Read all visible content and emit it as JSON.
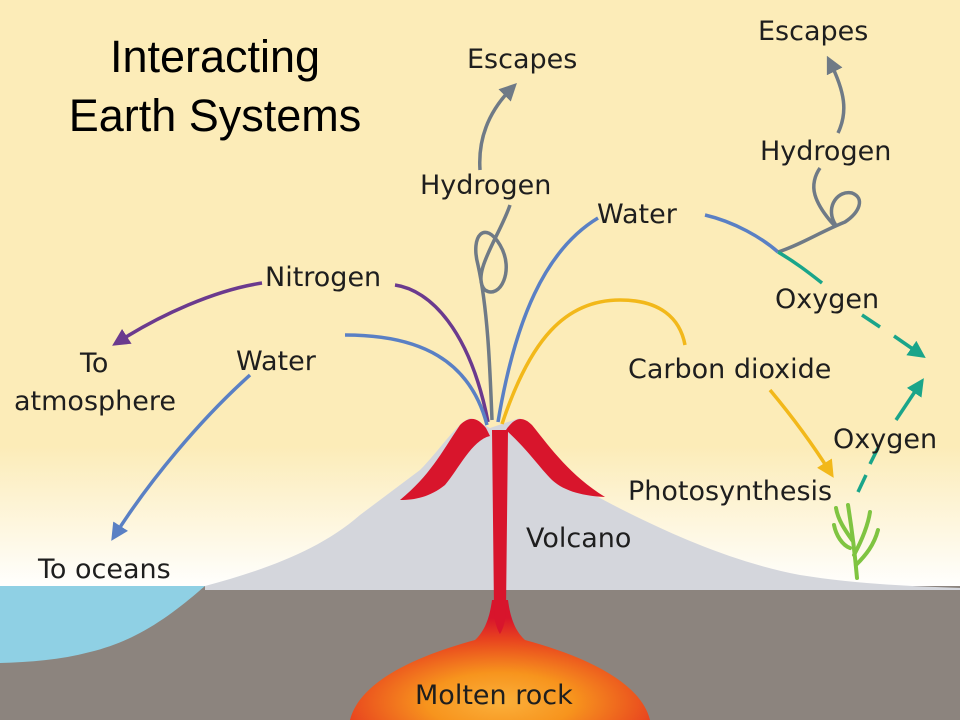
{
  "title_lines": [
    "Interacting",
    "Earth Systems"
  ],
  "labels": {
    "escapes_center": "Escapes",
    "escapes_right": "Escapes",
    "hydrogen_center": "Hydrogen",
    "hydrogen_right": "Hydrogen",
    "water_right": "Water",
    "nitrogen": "Nitrogen",
    "water_left": "Water",
    "to_atmosphere_1": "To",
    "to_atmosphere_2": "atmosphere",
    "oxygen_upper": "Oxygen",
    "carbon_dioxide": "Carbon dioxide",
    "oxygen_lower": "Oxygen",
    "photosynthesis": "Photosynthesis",
    "volcano": "Volcano",
    "to_oceans": "To oceans",
    "molten_rock": "Molten rock"
  },
  "colors": {
    "sky_top": "#fcecb8",
    "sky_bottom": "#ffffff",
    "ground": "#8c847e",
    "ocean": "#8fd0e4",
    "volcano": "#d4d6dc",
    "lava": "#d8152c",
    "magma_core": "#f7941d",
    "water_arrow": "#5a80c4",
    "nitrogen_arrow": "#6b3a8e",
    "hydrogen_arrow": "#6f7a86",
    "co2_arrow": "#f2b81a",
    "oxygen_arrow": "#1aa58a",
    "plant": "#7fc441"
  }
}
